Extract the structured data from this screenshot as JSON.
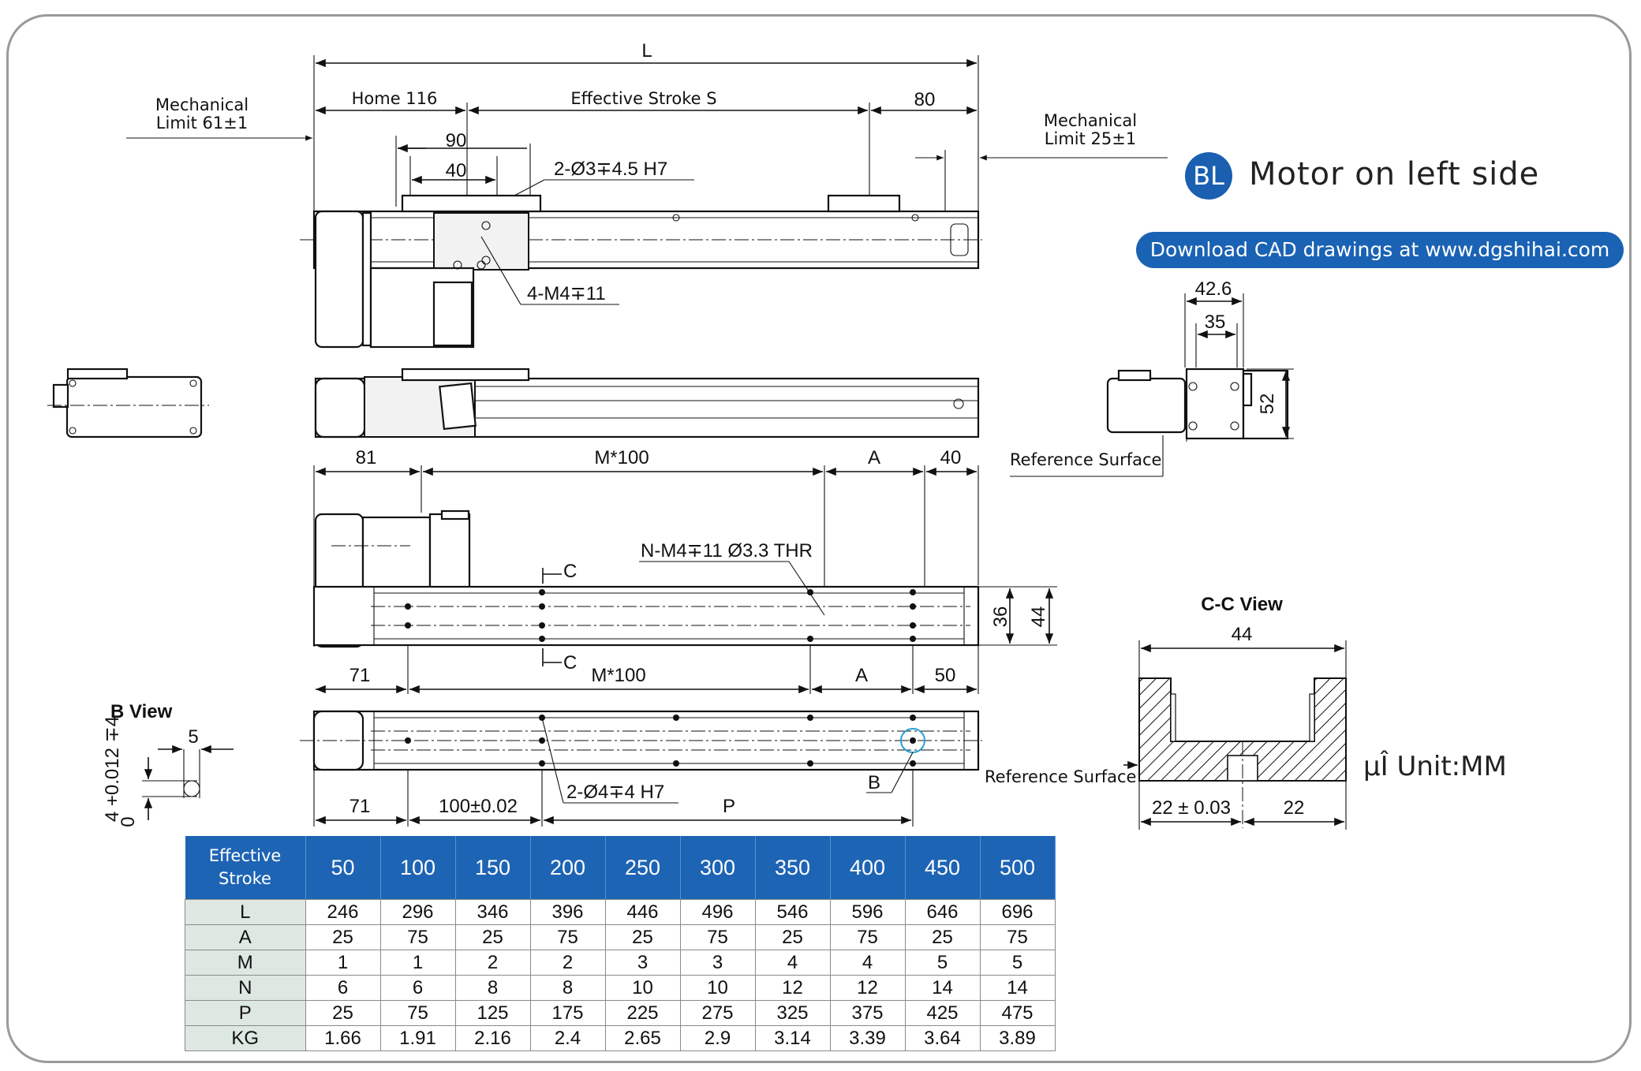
{
  "header": {
    "badge": "BL",
    "title": "Motor on left side",
    "download": "Download CAD drawings at www.dgshihai.com",
    "unit": "µÎ Unit:MM"
  },
  "dimensions": {
    "overall_length": "L",
    "home": "Home 116",
    "effective_stroke": "Effective Stroke S",
    "end_80": "80",
    "mech_limit_left_1": "Mechanical",
    "mech_limit_left_2": "Limit 61±1",
    "mech_limit_right_1": "Mechanical",
    "mech_limit_right_2": "Limit 25±1",
    "carriage_90": "90",
    "carriage_40": "40",
    "pin_holes": "2-Ø3∓4.5 H7",
    "carriage_taps": "4-M4∓11",
    "side_81": "81",
    "side_m100": "M*100",
    "side_a": "A",
    "side_40": "40",
    "side_taps": "N-M4∓11 Ø3.3 THR",
    "section_c_top": "C",
    "section_c_bottom": "C",
    "h36": "36",
    "h44": "44",
    "bot_71": "71",
    "bot_m100": "M*100",
    "bot_a": "A",
    "bot_50": "50",
    "base_71": "71",
    "base_pitch": "100±0.02",
    "base_pins": "2-Ø4∓4 H7",
    "base_p": "P",
    "b_marker": "B",
    "end_42_6": "42.6",
    "end_35": "35",
    "end_52": "52",
    "ref_surface_1": "Reference Surface",
    "b_view_title": "B View",
    "b_view_5": "5",
    "b_view_tol": "4 +0.012 ∓4",
    "b_view_tol_low": "0",
    "cc_title": "C-C View",
    "cc_44": "44",
    "cc_22_tol": "22 ± 0.03",
    "cc_22": "22",
    "ref_surface_2": "Reference Surface"
  },
  "table": {
    "corner_1": "Effective",
    "corner_2": "Stroke",
    "strokes": [
      "50",
      "100",
      "150",
      "200",
      "250",
      "300",
      "350",
      "400",
      "450",
      "500"
    ],
    "rows": [
      {
        "label": "L",
        "values": [
          "246",
          "296",
          "346",
          "396",
          "446",
          "496",
          "546",
          "596",
          "646",
          "696"
        ]
      },
      {
        "label": "A",
        "values": [
          "25",
          "75",
          "25",
          "75",
          "25",
          "75",
          "25",
          "75",
          "25",
          "75"
        ]
      },
      {
        "label": "M",
        "values": [
          "1",
          "1",
          "2",
          "2",
          "3",
          "3",
          "4",
          "4",
          "5",
          "5"
        ]
      },
      {
        "label": "N",
        "values": [
          "6",
          "6",
          "8",
          "8",
          "10",
          "10",
          "12",
          "12",
          "14",
          "14"
        ]
      },
      {
        "label": "P",
        "values": [
          "25",
          "75",
          "125",
          "175",
          "225",
          "275",
          "325",
          "375",
          "425",
          "475"
        ]
      },
      {
        "label": "KG",
        "values": [
          "1.66",
          "1.91",
          "2.16",
          "2.4",
          "2.65",
          "2.9",
          "3.14",
          "3.39",
          "3.64",
          "3.89"
        ]
      }
    ]
  }
}
